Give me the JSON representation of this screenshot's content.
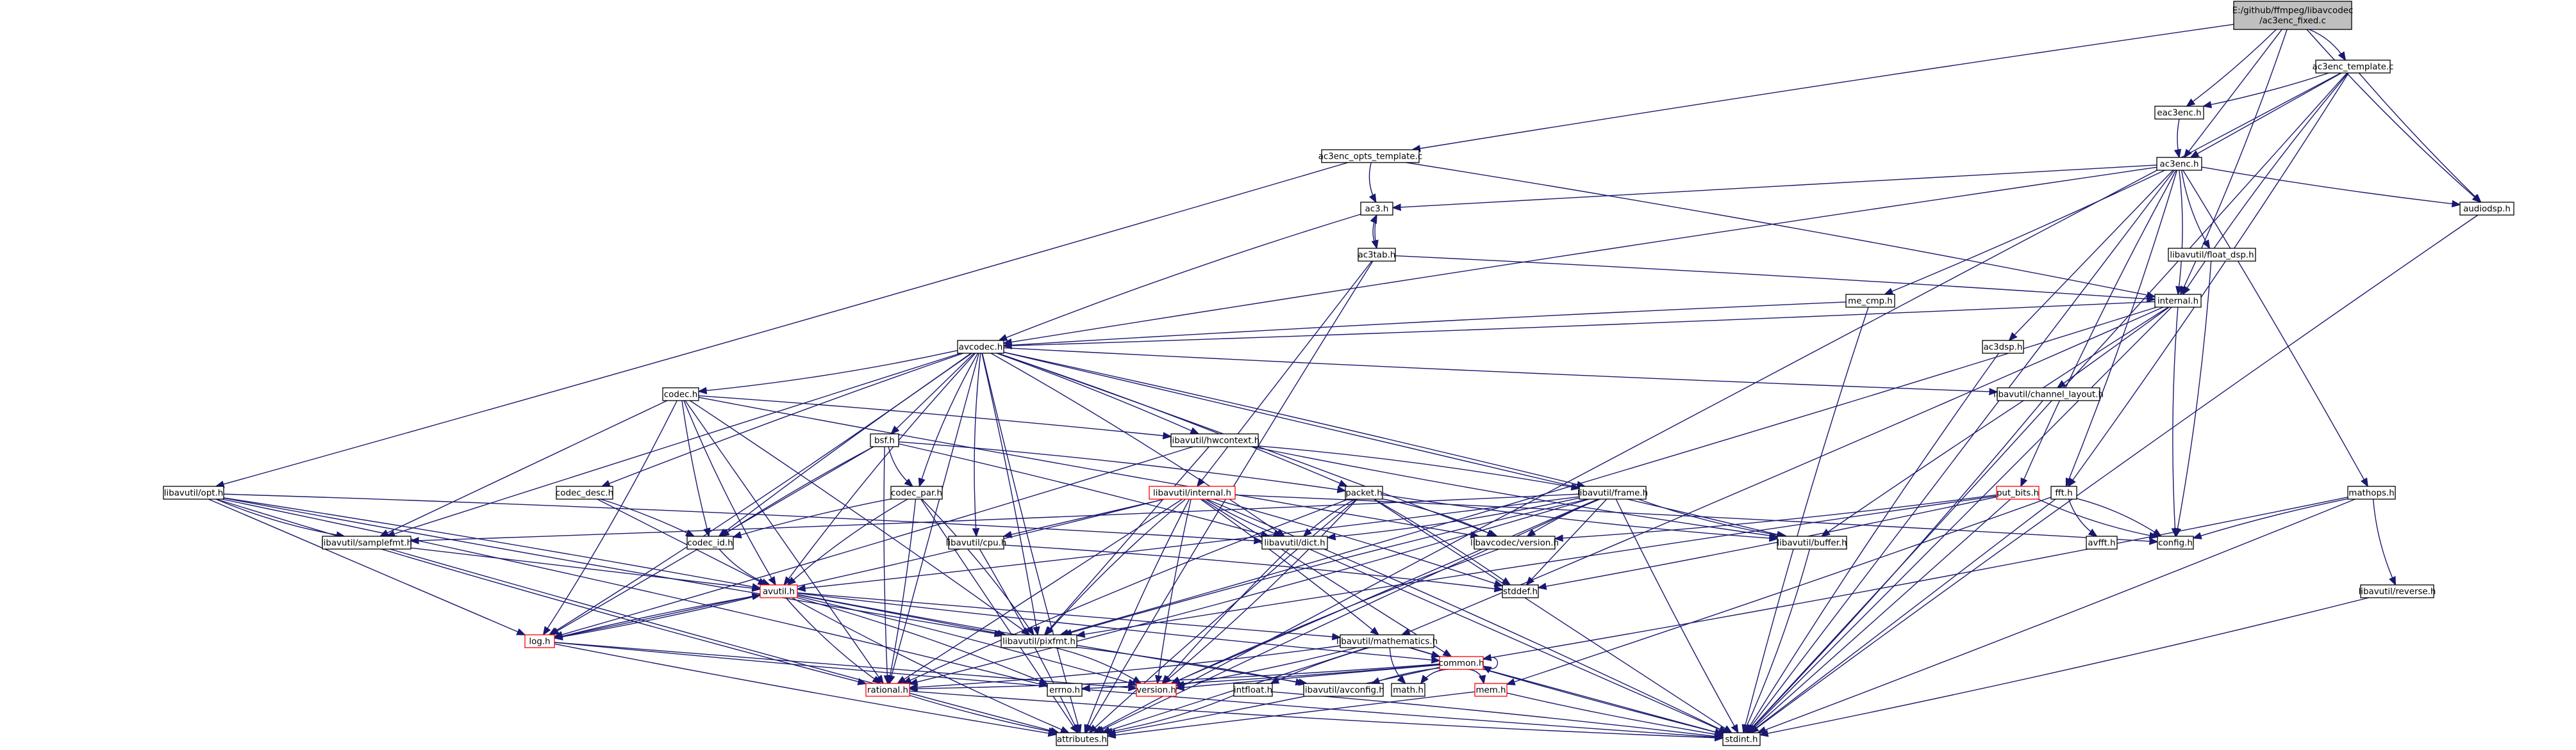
{
  "diagram": {
    "title": "E:/github/ffmpeg/libavcodec/ac3enc_fixed.c",
    "colors": {
      "edge": "#191970",
      "node_border": "#000000",
      "node_border_incomplete": "#ff0000",
      "root_fill": "#bfbfbf"
    },
    "nodes": [
      {
        "id": "root",
        "label": "E:/github/ffmpeg/libavcodec\n/ac3enc_fixed.c",
        "root": true
      },
      {
        "id": "ac3enc_template_c",
        "label": "ac3enc_template.c"
      },
      {
        "id": "eac3enc_h",
        "label": "eac3enc.h"
      },
      {
        "id": "ac3enc_opts_template_c",
        "label": "ac3enc_opts_template.c"
      },
      {
        "id": "ac3enc_h",
        "label": "ac3enc.h"
      },
      {
        "id": "ac3_h",
        "label": "ac3.h"
      },
      {
        "id": "ac3tab_h",
        "label": "ac3tab.h"
      },
      {
        "id": "audiodsp_h",
        "label": "audiodsp.h"
      },
      {
        "id": "float_dsp_h",
        "label": "libavutil/float_dsp.h"
      },
      {
        "id": "internal_h",
        "label": "internal.h"
      },
      {
        "id": "me_cmp_h",
        "label": "me_cmp.h"
      },
      {
        "id": "avcodec_h",
        "label": "avcodec.h"
      },
      {
        "id": "ac3dsp_h",
        "label": "ac3dsp.h"
      },
      {
        "id": "channel_layout_h",
        "label": "libavutil/channel_layout.h"
      },
      {
        "id": "codec_h",
        "label": "codec.h"
      },
      {
        "id": "hwcontext_h",
        "label": "libavutil/hwcontext.h"
      },
      {
        "id": "bsf_h",
        "label": "bsf.h"
      },
      {
        "id": "opt_h",
        "label": "libavutil/opt.h"
      },
      {
        "id": "codec_desc_h",
        "label": "codec_desc.h"
      },
      {
        "id": "codec_par_h",
        "label": "codec_par.h"
      },
      {
        "id": "packet_h",
        "label": "packet.h"
      },
      {
        "id": "avutil_internal_h",
        "label": "libavutil/internal.h",
        "incomplete": true
      },
      {
        "id": "frame_h",
        "label": "libavutil/frame.h"
      },
      {
        "id": "put_bits_h",
        "label": "put_bits.h",
        "incomplete": true
      },
      {
        "id": "fft_h",
        "label": "fft.h"
      },
      {
        "id": "mathops_h",
        "label": "mathops.h"
      },
      {
        "id": "samplefmt_h",
        "label": "libavutil/samplefmt.h"
      },
      {
        "id": "codec_id_h",
        "label": "codec_id.h"
      },
      {
        "id": "cpu_h",
        "label": "libavutil/cpu.h"
      },
      {
        "id": "dict_h",
        "label": "libavutil/dict.h"
      },
      {
        "id": "avcodec_version_h",
        "label": "libavcodec/version.h"
      },
      {
        "id": "buffer_h",
        "label": "libavutil/buffer.h"
      },
      {
        "id": "avfft_h",
        "label": "avfft.h"
      },
      {
        "id": "config_h",
        "label": "config.h"
      },
      {
        "id": "avutil_h",
        "label": "avutil.h",
        "incomplete": true
      },
      {
        "id": "stddef_h",
        "label": "stddef.h"
      },
      {
        "id": "reverse_h",
        "label": "libavutil/reverse.h"
      },
      {
        "id": "log_h",
        "label": "log.h",
        "incomplete": true
      },
      {
        "id": "pixfmt_h",
        "label": "libavutil/pixfmt.h"
      },
      {
        "id": "mathematics_h",
        "label": "libavutil/mathematics.h"
      },
      {
        "id": "common_h",
        "label": "common.h",
        "incomplete": true
      },
      {
        "id": "rational_h",
        "label": "rational.h",
        "incomplete": true
      },
      {
        "id": "errno_h",
        "label": "errno.h"
      },
      {
        "id": "version_h",
        "label": "version.h",
        "incomplete": true
      },
      {
        "id": "intfloat_h",
        "label": "intfloat.h"
      },
      {
        "id": "avconfig_h",
        "label": "libavutil/avconfig.h"
      },
      {
        "id": "math_h",
        "label": "math.h"
      },
      {
        "id": "mem_h",
        "label": "mem.h",
        "incomplete": true
      },
      {
        "id": "attributes_h",
        "label": "attributes.h"
      },
      {
        "id": "stdint_h",
        "label": "stdint.h"
      }
    ],
    "edges": [
      [
        "root",
        "ac3enc_template_c"
      ],
      [
        "root",
        "eac3enc_h"
      ],
      [
        "root",
        "ac3enc_h"
      ],
      [
        "root",
        "ac3enc_opts_template_c"
      ],
      [
        "root",
        "audiodsp_h"
      ],
      [
        "root",
        "internal_h"
      ],
      [
        "ac3enc_template_c",
        "eac3enc_h"
      ],
      [
        "ac3enc_template_c",
        "ac3enc_h"
      ],
      [
        "ac3enc_template_c",
        "audiodsp_h"
      ],
      [
        "ac3enc_template_c",
        "internal_h"
      ],
      [
        "ac3enc_template_c",
        "fft_h"
      ],
      [
        "ac3enc_template_c",
        "stdint_h"
      ],
      [
        "ac3enc_template_c",
        "attributes_h"
      ],
      [
        "eac3enc_h",
        "ac3enc_h"
      ],
      [
        "ac3enc_opts_template_c",
        "ac3_h"
      ],
      [
        "ac3enc_opts_template_c",
        "internal_h"
      ],
      [
        "ac3enc_opts_template_c",
        "opt_h"
      ],
      [
        "ac3enc_h",
        "ac3_h"
      ],
      [
        "ac3enc_h",
        "audiodsp_h"
      ],
      [
        "ac3enc_h",
        "float_dsp_h"
      ],
      [
        "ac3enc_h",
        "internal_h"
      ],
      [
        "ac3enc_h",
        "me_cmp_h"
      ],
      [
        "ac3enc_h",
        "ac3dsp_h"
      ],
      [
        "ac3enc_h",
        "avcodec_h"
      ],
      [
        "ac3enc_h",
        "put_bits_h"
      ],
      [
        "ac3enc_h",
        "fft_h"
      ],
      [
        "ac3enc_h",
        "mathops_h"
      ],
      [
        "ac3enc_h",
        "stdint_h"
      ],
      [
        "ac3_h",
        "ac3tab_h"
      ],
      [
        "ac3_h",
        "avcodec_h"
      ],
      [
        "ac3tab_h",
        "ac3_h"
      ],
      [
        "ac3tab_h",
        "internal_h"
      ],
      [
        "ac3tab_h",
        "avutil_internal_h"
      ],
      [
        "ac3tab_h",
        "attributes_h"
      ],
      [
        "audiodsp_h",
        "stdint_h"
      ],
      [
        "float_dsp_h",
        "config_h"
      ],
      [
        "internal_h",
        "avcodec_h"
      ],
      [
        "internal_h",
        "channel_layout_h"
      ],
      [
        "internal_h",
        "buffer_h"
      ],
      [
        "internal_h",
        "config_h"
      ],
      [
        "internal_h",
        "pixfmt_h"
      ],
      [
        "internal_h",
        "mathematics_h"
      ],
      [
        "internal_h",
        "stdint_h"
      ],
      [
        "me_cmp_h",
        "avcodec_h"
      ],
      [
        "me_cmp_h",
        "stdint_h"
      ],
      [
        "avcodec_h",
        "codec_h"
      ],
      [
        "avcodec_h",
        "hwcontext_h"
      ],
      [
        "avcodec_h",
        "bsf_h"
      ],
      [
        "avcodec_h",
        "codec_desc_h"
      ],
      [
        "avcodec_h",
        "codec_par_h"
      ],
      [
        "avcodec_h",
        "packet_h"
      ],
      [
        "avcodec_h",
        "frame_h"
      ],
      [
        "avcodec_h",
        "samplefmt_h"
      ],
      [
        "avcodec_h",
        "codec_id_h"
      ],
      [
        "avcodec_h",
        "cpu_h"
      ],
      [
        "avcodec_h",
        "dict_h"
      ],
      [
        "avcodec_h",
        "avcodec_version_h"
      ],
      [
        "avcodec_h",
        "buffer_h"
      ],
      [
        "avcodec_h",
        "channel_layout_h"
      ],
      [
        "avcodec_h",
        "avutil_h"
      ],
      [
        "avcodec_h",
        "log_h"
      ],
      [
        "avcodec_h",
        "pixfmt_h"
      ],
      [
        "avcodec_h",
        "rational_h"
      ],
      [
        "avcodec_h",
        "attributes_h"
      ],
      [
        "ac3dsp_h",
        "stdint_h"
      ],
      [
        "channel_layout_h",
        "stdint_h"
      ],
      [
        "codec_h",
        "hwcontext_h"
      ],
      [
        "codec_h",
        "samplefmt_h"
      ],
      [
        "codec_h",
        "codec_id_h"
      ],
      [
        "codec_h",
        "avutil_h"
      ],
      [
        "codec_h",
        "log_h"
      ],
      [
        "codec_h",
        "pixfmt_h"
      ],
      [
        "codec_h",
        "rational_h"
      ],
      [
        "codec_h",
        "avcodec_version_h"
      ],
      [
        "hwcontext_h",
        "buffer_h"
      ],
      [
        "hwcontext_h",
        "frame_h"
      ],
      [
        "hwcontext_h",
        "log_h"
      ],
      [
        "hwcontext_h",
        "pixfmt_h"
      ],
      [
        "bsf_h",
        "codec_id_h"
      ],
      [
        "bsf_h",
        "codec_par_h"
      ],
      [
        "bsf_h",
        "packet_h"
      ],
      [
        "bsf_h",
        "dict_h"
      ],
      [
        "bsf_h",
        "log_h"
      ],
      [
        "bsf_h",
        "rational_h"
      ],
      [
        "opt_h",
        "samplefmt_h"
      ],
      [
        "opt_h",
        "dict_h"
      ],
      [
        "opt_h",
        "avutil_h"
      ],
      [
        "opt_h",
        "log_h"
      ],
      [
        "opt_h",
        "pixfmt_h"
      ],
      [
        "opt_h",
        "rational_h"
      ],
      [
        "opt_h",
        "errno_h"
      ],
      [
        "codec_desc_h",
        "codec_id_h"
      ],
      [
        "codec_desc_h",
        "avutil_h"
      ],
      [
        "codec_par_h",
        "codec_id_h"
      ],
      [
        "codec_par_h",
        "avutil_h"
      ],
      [
        "codec_par_h",
        "pixfmt_h"
      ],
      [
        "codec_par_h",
        "rational_h"
      ],
      [
        "codec_par_h",
        "attributes_h"
      ],
      [
        "packet_h",
        "dict_h"
      ],
      [
        "packet_h",
        "buffer_h"
      ],
      [
        "packet_h",
        "avcodec_version_h"
      ],
      [
        "packet_h",
        "stddef_h"
      ],
      [
        "packet_h",
        "stdint_h"
      ],
      [
        "packet_h",
        "attributes_h"
      ],
      [
        "packet_h",
        "rational_h"
      ],
      [
        "packet_h",
        "version_h"
      ],
      [
        "avutil_internal_h",
        "config_h"
      ],
      [
        "avutil_internal_h",
        "cpu_h"
      ],
      [
        "avutil_internal_h",
        "dict_h"
      ],
      [
        "avutil_internal_h",
        "pixfmt_h"
      ],
      [
        "avutil_internal_h",
        "log_h"
      ],
      [
        "avutil_internal_h",
        "mathematics_h"
      ],
      [
        "avutil_internal_h",
        "common_h"
      ],
      [
        "avutil_internal_h",
        "version_h"
      ],
      [
        "avutil_internal_h",
        "attributes_h"
      ],
      [
        "avutil_internal_h",
        "stdint_h"
      ],
      [
        "avutil_internal_h",
        "stddef_h"
      ],
      [
        "avutil_internal_h",
        "rational_h"
      ],
      [
        "frame_h",
        "avcodec_version_h"
      ],
      [
        "frame_h",
        "buffer_h"
      ],
      [
        "frame_h",
        "dict_h"
      ],
      [
        "frame_h",
        "avutil_h"
      ],
      [
        "frame_h",
        "stddef_h"
      ],
      [
        "frame_h",
        "stdint_h"
      ],
      [
        "frame_h",
        "pixfmt_h"
      ],
      [
        "frame_h",
        "rational_h"
      ],
      [
        "frame_h",
        "samplefmt_h"
      ],
      [
        "frame_h",
        "version_h"
      ],
      [
        "frame_h",
        "attributes_h"
      ],
      [
        "put_bits_h",
        "config_h"
      ],
      [
        "put_bits_h",
        "avcodec_version_h"
      ],
      [
        "put_bits_h",
        "stddef_h"
      ],
      [
        "put_bits_h",
        "stdint_h"
      ],
      [
        "put_bits_h",
        "pixfmt_h"
      ],
      [
        "fft_h",
        "avfft_h"
      ],
      [
        "fft_h",
        "config_h"
      ],
      [
        "fft_h",
        "mem_h"
      ],
      [
        "fft_h",
        "stdint_h"
      ],
      [
        "mathops_h",
        "config_h"
      ],
      [
        "mathops_h",
        "reverse_h"
      ],
      [
        "mathops_h",
        "common_h"
      ],
      [
        "mathops_h",
        "stdint_h"
      ],
      [
        "samplefmt_h",
        "avutil_h"
      ],
      [
        "samplefmt_h",
        "attributes_h"
      ],
      [
        "codec_id_h",
        "avutil_h"
      ],
      [
        "cpu_h",
        "stddef_h"
      ],
      [
        "cpu_h",
        "attributes_h"
      ],
      [
        "dict_h",
        "stdint_h"
      ],
      [
        "dict_h",
        "version_h"
      ],
      [
        "avcodec_version_h",
        "version_h"
      ],
      [
        "buffer_h",
        "stdint_h"
      ],
      [
        "avutil_h",
        "log_h"
      ],
      [
        "avutil_h",
        "pixfmt_h"
      ],
      [
        "avutil_h",
        "common_h"
      ],
      [
        "avutil_h",
        "rational_h"
      ],
      [
        "avutil_h",
        "errno_h"
      ],
      [
        "avutil_h",
        "version_h"
      ],
      [
        "avutil_h",
        "mathematics_h"
      ],
      [
        "avutil_h",
        "avconfig_h"
      ],
      [
        "avutil_h",
        "attributes_h"
      ],
      [
        "reverse_h",
        "stdint_h"
      ],
      [
        "log_h",
        "avutil_h"
      ],
      [
        "log_h",
        "version_h"
      ],
      [
        "log_h",
        "attributes_h"
      ],
      [
        "log_h",
        "stdint_h"
      ],
      [
        "pixfmt_h",
        "version_h"
      ],
      [
        "pixfmt_h",
        "avconfig_h"
      ],
      [
        "mathematics_h",
        "common_h"
      ],
      [
        "mathematics_h",
        "intfloat_h"
      ],
      [
        "mathematics_h",
        "math_h"
      ],
      [
        "mathematics_h",
        "rational_h"
      ],
      [
        "mathematics_h",
        "version_h"
      ],
      [
        "mathematics_h",
        "attributes_h"
      ],
      [
        "mathematics_h",
        "stdint_h"
      ],
      [
        "common_h",
        "common_h"
      ],
      [
        "common_h",
        "rational_h"
      ],
      [
        "common_h",
        "errno_h"
      ],
      [
        "common_h",
        "version_h"
      ],
      [
        "common_h",
        "avconfig_h"
      ],
      [
        "common_h",
        "math_h"
      ],
      [
        "common_h",
        "mem_h"
      ],
      [
        "common_h",
        "attributes_h"
      ],
      [
        "common_h",
        "stdint_h"
      ],
      [
        "rational_h",
        "attributes_h"
      ],
      [
        "rational_h",
        "stdint_h"
      ],
      [
        "intfloat_h",
        "attributes_h"
      ],
      [
        "intfloat_h",
        "stdint_h"
      ],
      [
        "mem_h",
        "attributes_h"
      ],
      [
        "mem_h",
        "stdint_h"
      ]
    ]
  }
}
